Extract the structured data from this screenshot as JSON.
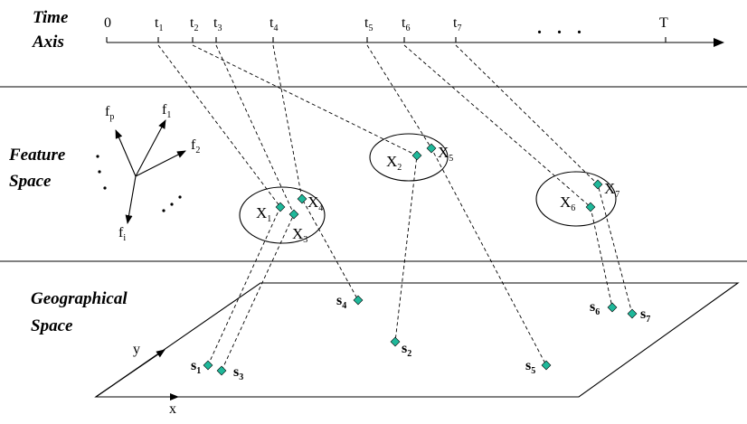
{
  "sections": {
    "time_l1": "Time",
    "time_l2": "Axis",
    "feat_l1": "Feature",
    "feat_l2": "Space",
    "geo_l1": "Geographical",
    "geo_l2": "Space"
  },
  "time_axis": {
    "zero": "0",
    "t1": "t",
    "t1s": "1",
    "t2": "t",
    "t2s": "2",
    "t3": "t",
    "t3s": "3",
    "t4": "t",
    "t4s": "4",
    "t5": "t",
    "t5s": "5",
    "t6": "t",
    "t6s": "6",
    "t7": "t",
    "t7s": "7",
    "dots": ". . .",
    "end": "T"
  },
  "feature_axes": {
    "fp": "f",
    "fps": "p",
    "f1": "f",
    "f1s": "1",
    "f2": "f",
    "f2s": "2",
    "fi": "f",
    "fis": "i"
  },
  "feature_points": {
    "X1": "X",
    "X1s": "1",
    "X2": "X",
    "X2s": "2",
    "X3": "X",
    "X3s": "3",
    "X4": "X",
    "X4s": "4",
    "X5": "X",
    "X5s": "5",
    "X6": "X",
    "X6s": "6",
    "X7": "X",
    "X7s": "7"
  },
  "geo_points": {
    "s1": "s",
    "s1s": "1",
    "s2": "s",
    "s2s": "2",
    "s3": "s",
    "s3s": "3",
    "s4": "s",
    "s4s": "4",
    "s5": "s",
    "s5s": "5",
    "s6": "s",
    "s6s": "6",
    "s7": "s",
    "s7s": "7"
  },
  "geo_axes": {
    "x": "x",
    "y": "y"
  },
  "colors": {
    "point": "#1fb89a",
    "ink": "#000000",
    "background": "#ffffff"
  }
}
